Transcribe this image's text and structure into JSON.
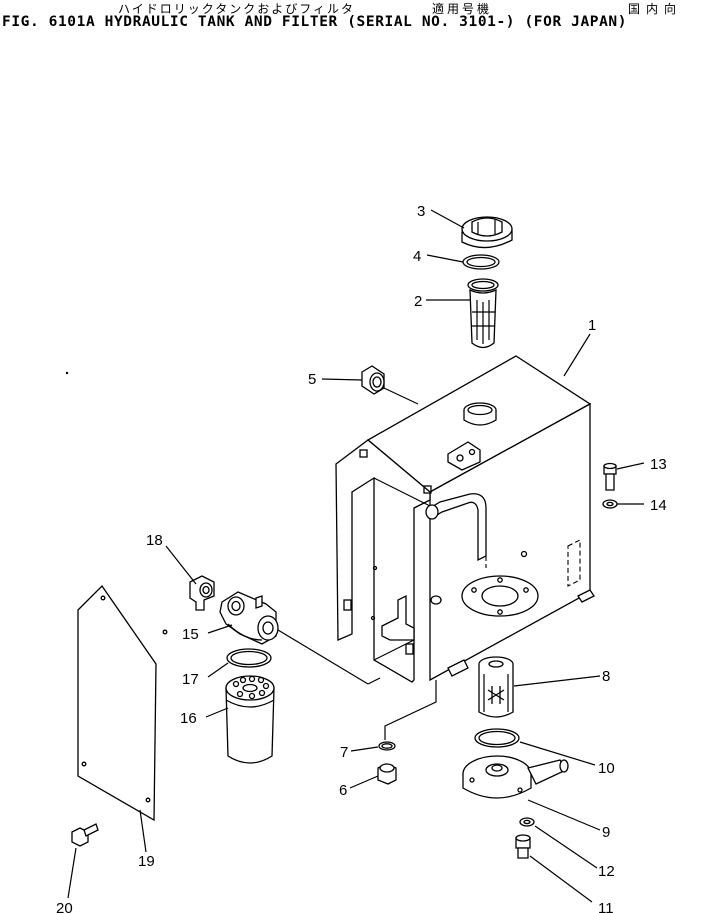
{
  "header": {
    "jp_title": "ハイドロリックタンクおよびフィルタ",
    "jp_applicable": "適用号機",
    "jp_domestic": "国内向",
    "figure_title": "FIG. 6101A  HYDRAULIC TANK AND FILTER (SERIAL NO. 3101-) (FOR JAPAN)"
  },
  "callouts": [
    {
      "id": "c1",
      "label": "1"
    },
    {
      "id": "c2",
      "label": "2"
    },
    {
      "id": "c3",
      "label": "3"
    },
    {
      "id": "c4",
      "label": "4"
    },
    {
      "id": "c5",
      "label": "5"
    },
    {
      "id": "c6",
      "label": "6"
    },
    {
      "id": "c7",
      "label": "7"
    },
    {
      "id": "c8",
      "label": "8"
    },
    {
      "id": "c9",
      "label": "9"
    },
    {
      "id": "c10",
      "label": "10"
    },
    {
      "id": "c11",
      "label": "11"
    },
    {
      "id": "c12",
      "label": "12"
    },
    {
      "id": "c13",
      "label": "13"
    },
    {
      "id": "c14",
      "label": "14"
    },
    {
      "id": "c15",
      "label": "15"
    },
    {
      "id": "c16",
      "label": "16"
    },
    {
      "id": "c17",
      "label": "17"
    },
    {
      "id": "c18",
      "label": "18"
    },
    {
      "id": "c19",
      "label": "19"
    },
    {
      "id": "c20",
      "label": "20"
    }
  ]
}
